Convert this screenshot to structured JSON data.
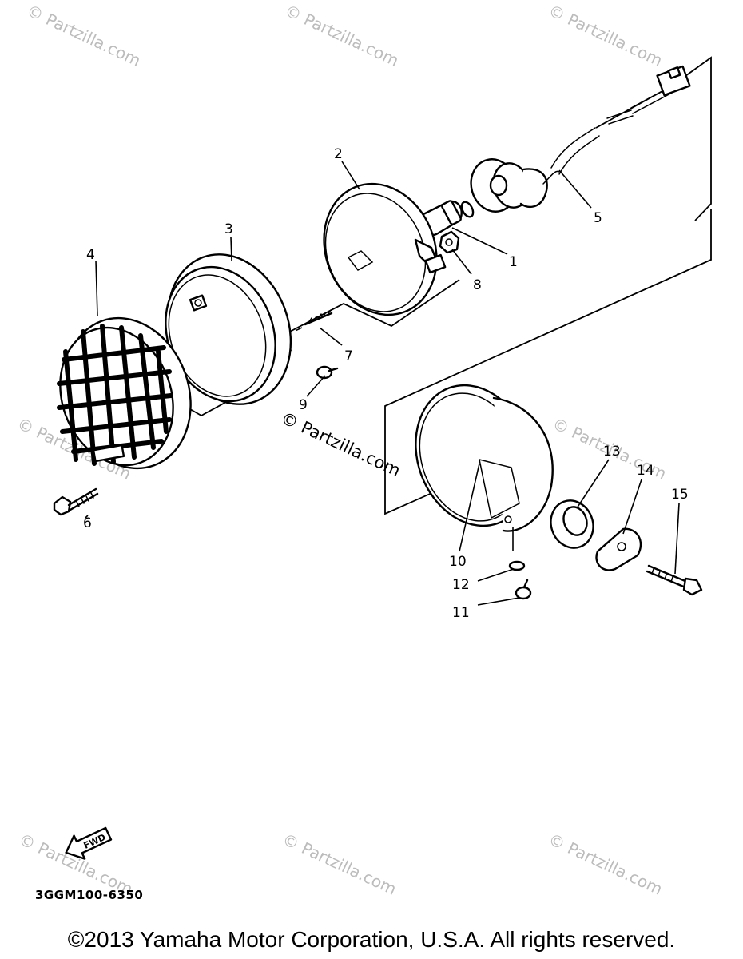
{
  "watermark": {
    "text": "© Partzilla.com",
    "center_text": "© Partzilla.com"
  },
  "parts": [
    {
      "number": "1"
    },
    {
      "number": "2"
    },
    {
      "number": "3"
    },
    {
      "number": "4"
    },
    {
      "number": "5"
    },
    {
      "number": "6"
    },
    {
      "number": "7"
    },
    {
      "number": "8"
    },
    {
      "number": "9"
    },
    {
      "number": "10"
    },
    {
      "number": "11"
    },
    {
      "number": "12"
    },
    {
      "number": "13"
    },
    {
      "number": "14"
    },
    {
      "number": "15"
    }
  ],
  "direction_label": "FWD",
  "diagram_code": "3GGM100-6350",
  "copyright": "©2013 Yamaha Motor Corporation, U.S.A. All rights reserved."
}
